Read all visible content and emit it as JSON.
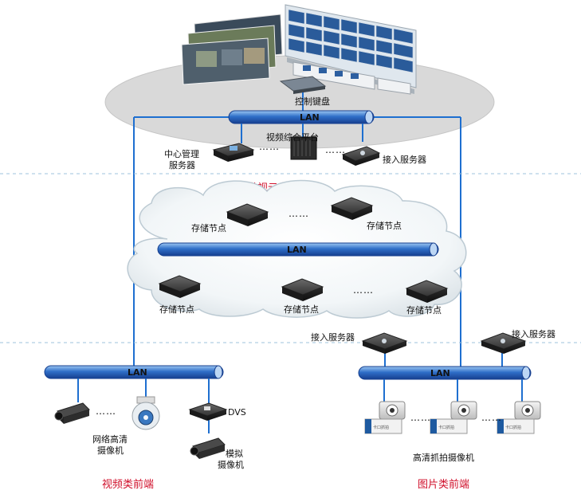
{
  "top": {
    "keyboard_label": "控制键盘",
    "lan_label": "LAN",
    "center_mgmt_label_1": "中心管理",
    "center_mgmt_label_2": "服务器",
    "video_platform_label": "视频综合平台",
    "access_server_label": "接入服务器",
    "dots": "……"
  },
  "cloud": {
    "title": "微视云存储系统",
    "lan_label": "LAN",
    "node_label": "存储节点",
    "dots": "……"
  },
  "video_front": {
    "lan_label": "LAN",
    "dvs_label": "DVS",
    "network_camera_label_1": "网络高清",
    "network_camera_label_2": "摄像机",
    "analog_camera_label_1": "模拟",
    "analog_camera_label_2": "摄像机",
    "title": "视频类前端",
    "dots": "……"
  },
  "image_front": {
    "access_server_label": "接入服务器",
    "lan_label": "LAN",
    "camera_label": "高清抓拍摄像机",
    "camera_badge": "卡口抓拍",
    "title": "图片类前端",
    "dots": "……"
  },
  "colors": {
    "lan_blue": "#1f57b8",
    "line_blue": "#1e6fd0",
    "title_red": "#d0102b",
    "divider": "#9ec3dd",
    "ellipse": "#d8d8d8"
  }
}
